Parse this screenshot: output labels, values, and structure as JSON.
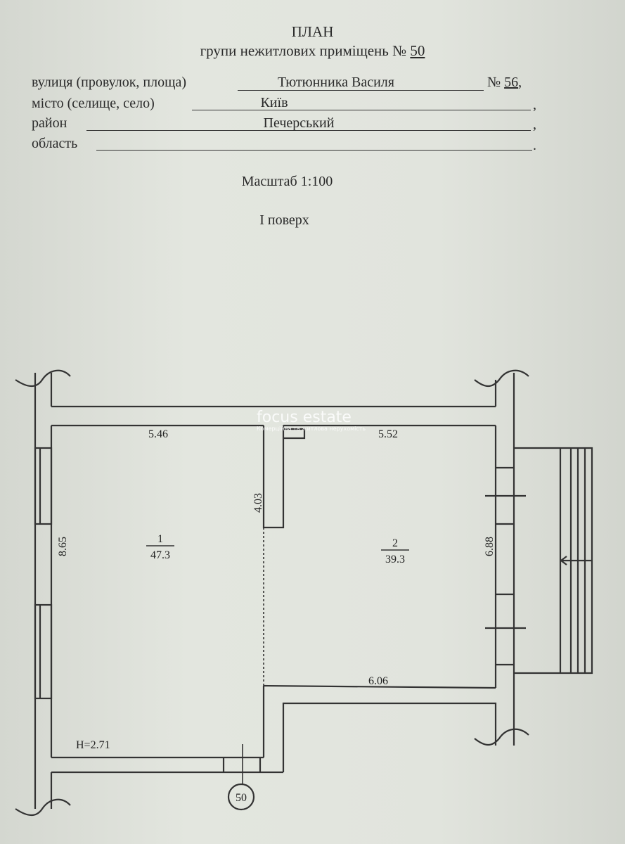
{
  "header": {
    "title": "ПЛАН",
    "subtitle_prefix": "групи нежитлових приміщень №",
    "group_number": "50"
  },
  "address": {
    "street_label": "вулиця (провулок, площа)",
    "street_value": "Тютюнника Василя",
    "number_label": "№",
    "number_value": "56",
    "city_label": "місто (селище, село)",
    "city_value": "Київ",
    "district_label": "район",
    "district_value": "Печерський",
    "region_label": "область",
    "region_value": ""
  },
  "scale": "Масштаб 1:100",
  "floor": "І поверх",
  "plan": {
    "rooms": [
      {
        "number": "1",
        "area": "47.3"
      },
      {
        "number": "2",
        "area": "39.3"
      }
    ],
    "dimensions": {
      "room1_top": "5.46",
      "room1_left": "8.65",
      "partition": "4.03",
      "room2_top": "5.52",
      "room2_right": "6.88",
      "room2_bottom": "6.06",
      "height": "H=2.71"
    },
    "entrance_marker": "50"
  },
  "watermark": {
    "brand": "focus estate",
    "tagline": "Комерційна та житлова нерухомість"
  }
}
